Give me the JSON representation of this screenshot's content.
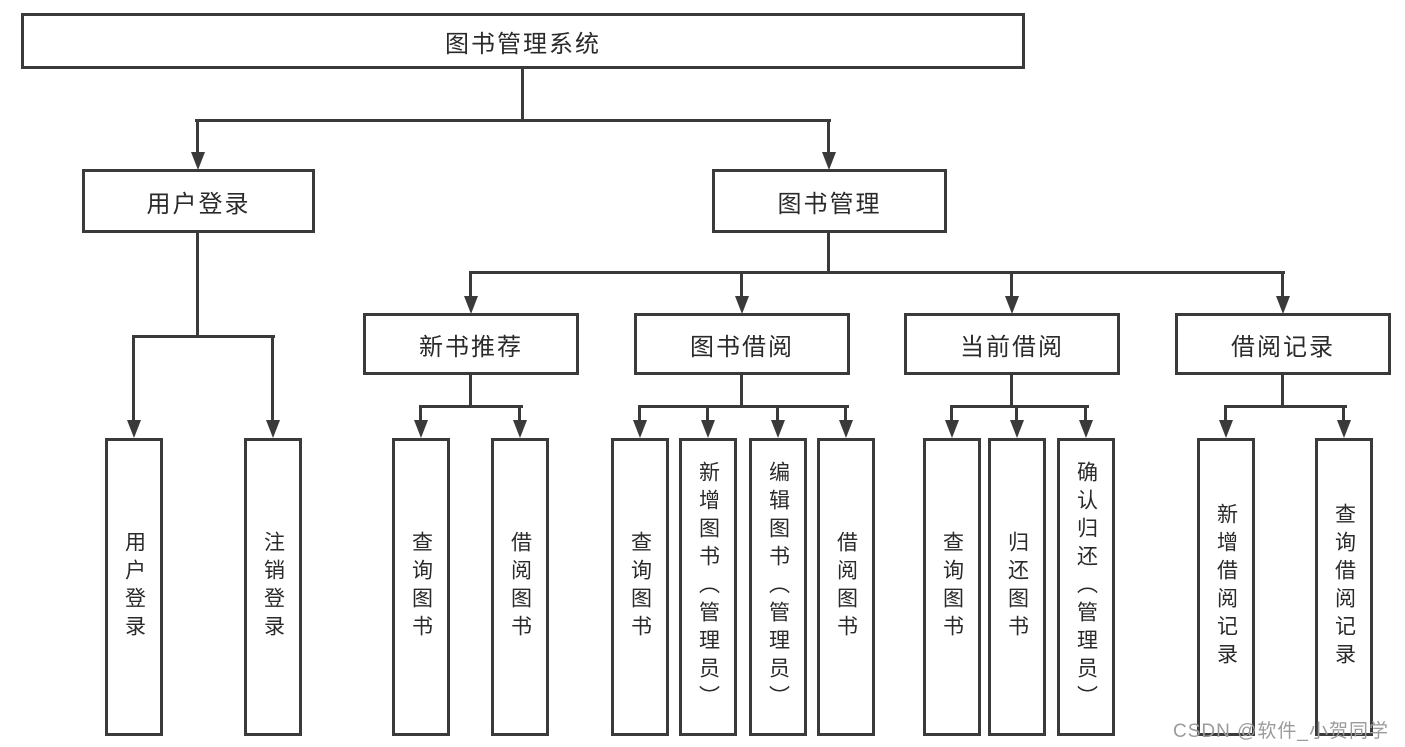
{
  "tree": {
    "label": "图书管理系统",
    "children": [
      {
        "label": "用户登录",
        "children": [
          {
            "label": "用户登录"
          },
          {
            "label": "注销登录"
          }
        ]
      },
      {
        "label": "图书管理",
        "children": [
          {
            "label": "新书推荐",
            "children": [
              {
                "label": "查询图书"
              },
              {
                "label": "借阅图书"
              }
            ]
          },
          {
            "label": "图书借阅",
            "children": [
              {
                "label": "查询图书"
              },
              {
                "label": "新增图书（管理员）"
              },
              {
                "label": "编辑图书（管理员）"
              },
              {
                "label": "借阅图书"
              }
            ]
          },
          {
            "label": "当前借阅",
            "children": [
              {
                "label": "查询图书"
              },
              {
                "label": "归还图书"
              },
              {
                "label": "确认归还（管理员）"
              }
            ]
          },
          {
            "label": "借阅记录",
            "children": [
              {
                "label": "新增借阅记录"
              },
              {
                "label": "查询借阅记录"
              }
            ]
          }
        ]
      }
    ]
  },
  "watermark": {
    "text": "CSDN @软件_小贺同学"
  },
  "colors": {
    "line": "#3a3a3a",
    "text": "#2a2a2a",
    "watermark": "#9b9b9b",
    "background": "#ffffff"
  }
}
